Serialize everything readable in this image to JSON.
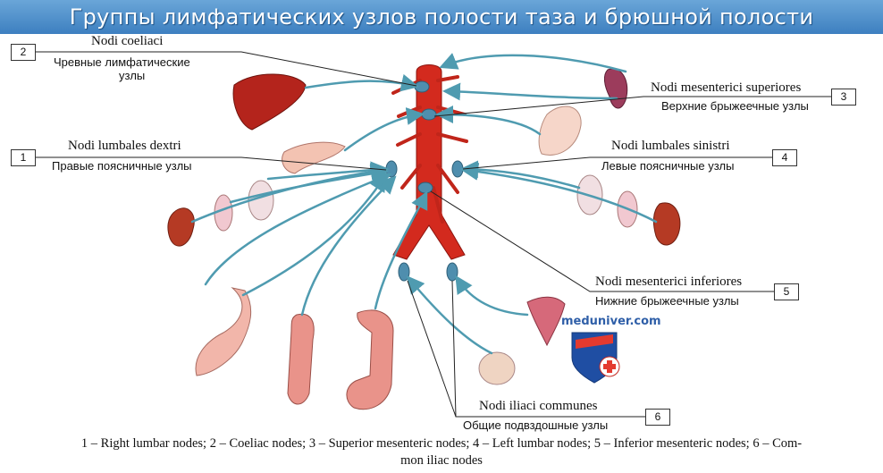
{
  "title": "Группы лимфатических узлов полости таза и брюшной полости",
  "labels": [
    {
      "num": "2",
      "latin": "Nodi coeliaci",
      "ru_line1": "Чревные лимфатические",
      "ru_line2": "узлы"
    },
    {
      "num": "1",
      "latin": "Nodi lumbales dextri",
      "ru": "Правые поясничные узлы"
    },
    {
      "num": "3",
      "latin": "Nodi mesenterici superiores",
      "ru": "Верхние брыжеечные узлы"
    },
    {
      "num": "4",
      "latin": "Nodi lumbales sinistri",
      "ru": "Левые поясничные узлы"
    },
    {
      "num": "5",
      "latin": "Nodi mesenterici inferiores",
      "ru": "Нижние брыжеечные узлы"
    },
    {
      "num": "6",
      "latin": "Nodi iliaci communes",
      "ru": "Общие подвздошные узлы"
    }
  ],
  "watermark": "meduniver.com",
  "caption_line1": "1 – Right lumbar nodes; 2 – Coeliac nodes; 3 – Superior mesenteric nodes; 4 – Left lumbar nodes; 5 – Inferior mesenteric nodes; 6 – Com-",
  "caption_line2": "mon iliac nodes",
  "colors": {
    "banner": "#4a8acb",
    "arrows": "#4f9bb0",
    "aorta": "#d32a1e",
    "node": "#4f8eae"
  }
}
